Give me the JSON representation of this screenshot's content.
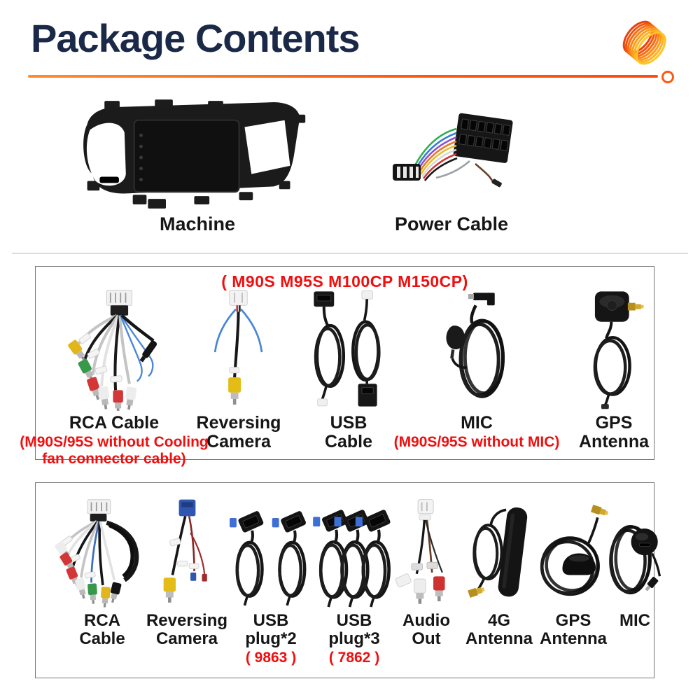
{
  "header": {
    "title": "Package Contents",
    "logo_icon": "orange-coil-logo",
    "accent_orange": "#fb5a13",
    "title_navy": "#1b2949"
  },
  "colors": {
    "note_red": "#f10e0e",
    "label_black": "#161616",
    "box_border_gray": "#757575",
    "divider_gray": "#dcdcdc"
  },
  "top_items": [
    {
      "label": "Machine",
      "icon": "head-unit-with-fascia"
    },
    {
      "label": "Power Cable",
      "icon": "wiring-harness"
    }
  ],
  "box1": {
    "note": "( M90S M95S M100CP M150CP)",
    "items": [
      {
        "label": "RCA Cable",
        "note": "(M90S/95S without Cooling\nfan connector cable)",
        "icon": "rca-cable-bundle"
      },
      {
        "label": "Reversing\nCamera",
        "icon": "reversing-camera-cable"
      },
      {
        "label": "USB\nCable",
        "icon": "usb-cables"
      },
      {
        "label": "MIC",
        "note": "(M90S/95S without MIC)",
        "icon": "lapel-microphone"
      },
      {
        "label": "GPS\nAntenna",
        "icon": "gps-antenna-puck"
      }
    ]
  },
  "box2": {
    "items": [
      {
        "label": "RCA\nCable",
        "icon": "rca-cable-bundle"
      },
      {
        "label": "Reversing\nCamera",
        "icon": "reversing-camera-cable"
      },
      {
        "label": "USB\nplug*2",
        "note": "( 9863 )",
        "icon": "usb-plug-cables"
      },
      {
        "label": "USB\nplug*3",
        "note": "( 7862 )",
        "icon": "usb-plug-cables"
      },
      {
        "label": "Audio\nOut",
        "icon": "audio-out-rca"
      },
      {
        "label": "4G\nAntenna",
        "icon": "4g-patch-antenna"
      },
      {
        "label": "GPS\nAntenna",
        "icon": "gps-antenna-coil"
      },
      {
        "label": "MIC",
        "icon": "puck-microphone"
      }
    ]
  }
}
